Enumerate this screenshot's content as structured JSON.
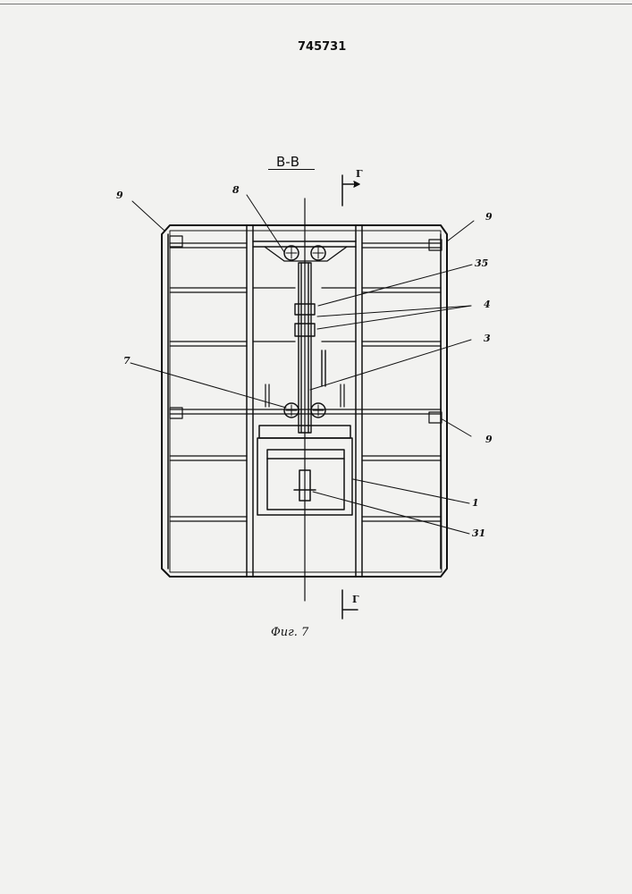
{
  "header": {
    "patent_number": "745731"
  },
  "figure": {
    "section_label": "В-В",
    "caption": "Фиг. 7",
    "cut_marker": "Г"
  },
  "callouts": {
    "c9a": "9",
    "c8": "8",
    "c9b": "9",
    "c35": "35",
    "c4": "4",
    "c3": "3",
    "c7": "7",
    "c9c": "9",
    "c1": "1",
    "c31": "31"
  },
  "colors": {
    "ink": "#111111",
    "paper": "#f2f2f0"
  }
}
